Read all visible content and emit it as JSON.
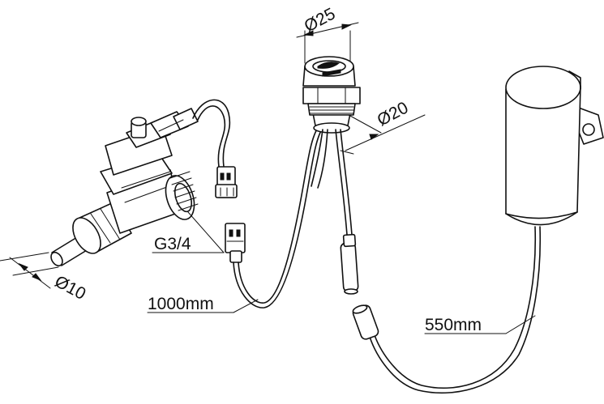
{
  "labels": {
    "valve_thread": "G3/4",
    "inlet_diameter": "Ø10",
    "cable_length_valve": "1000mm",
    "head_diameter": "Ø25",
    "body_diameter": "Ø20",
    "cable_length_box": "550mm"
  }
}
